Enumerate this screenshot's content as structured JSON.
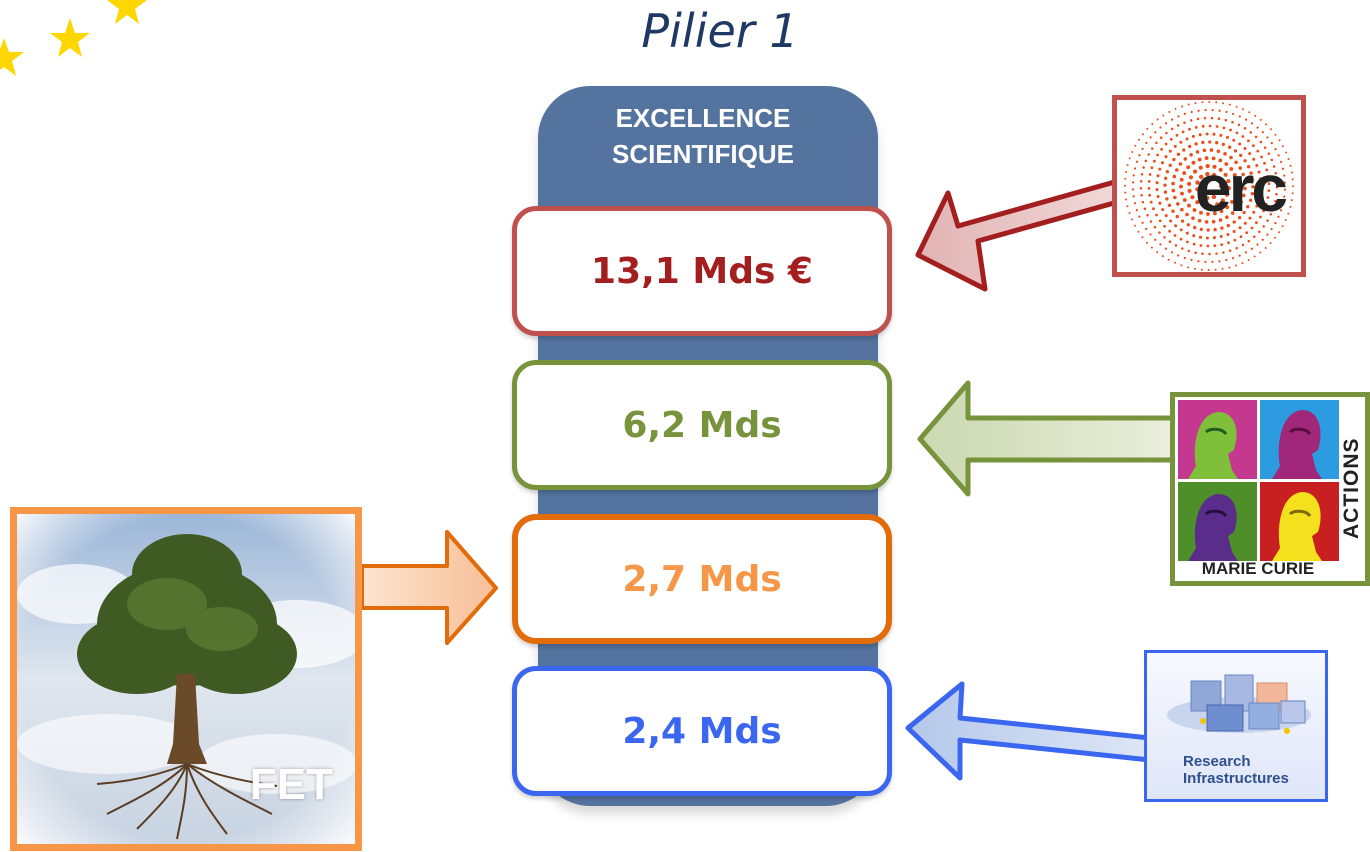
{
  "title": "Pilier 1",
  "pillar": {
    "line1": "EXCELLENCE",
    "line2": "SCIENTIFIQUE"
  },
  "amounts": [
    {
      "id": "erc",
      "value": "13,1 Mds €",
      "color": "#a31f1f",
      "border": "#c0504d"
    },
    {
      "id": "msca",
      "value": "6,2 Mds",
      "color": "#77933c",
      "border": "#77933c"
    },
    {
      "id": "fet",
      "value": "2,7 Mds",
      "color": "#f79646",
      "border": "#e36c0a"
    },
    {
      "id": "ri",
      "value": "2,4 Mds",
      "color": "#3a66f0",
      "border": "#3a66f0"
    }
  ],
  "logos": {
    "erc": {
      "text": "erc",
      "icon": "erc-logo"
    },
    "msca": {
      "label": "MARIE CURIE",
      "side": "ACTIONS",
      "icon": "marie-curie-portraits"
    },
    "ri": {
      "line1": "Research",
      "line2": "Infrastructures",
      "icon": "research-infrastructures-logo"
    },
    "fet": {
      "label": "FET",
      "icon": "tree-image"
    }
  },
  "decorations": {
    "stars": "eu-stars-icon",
    "star_color": "#ffd700"
  }
}
